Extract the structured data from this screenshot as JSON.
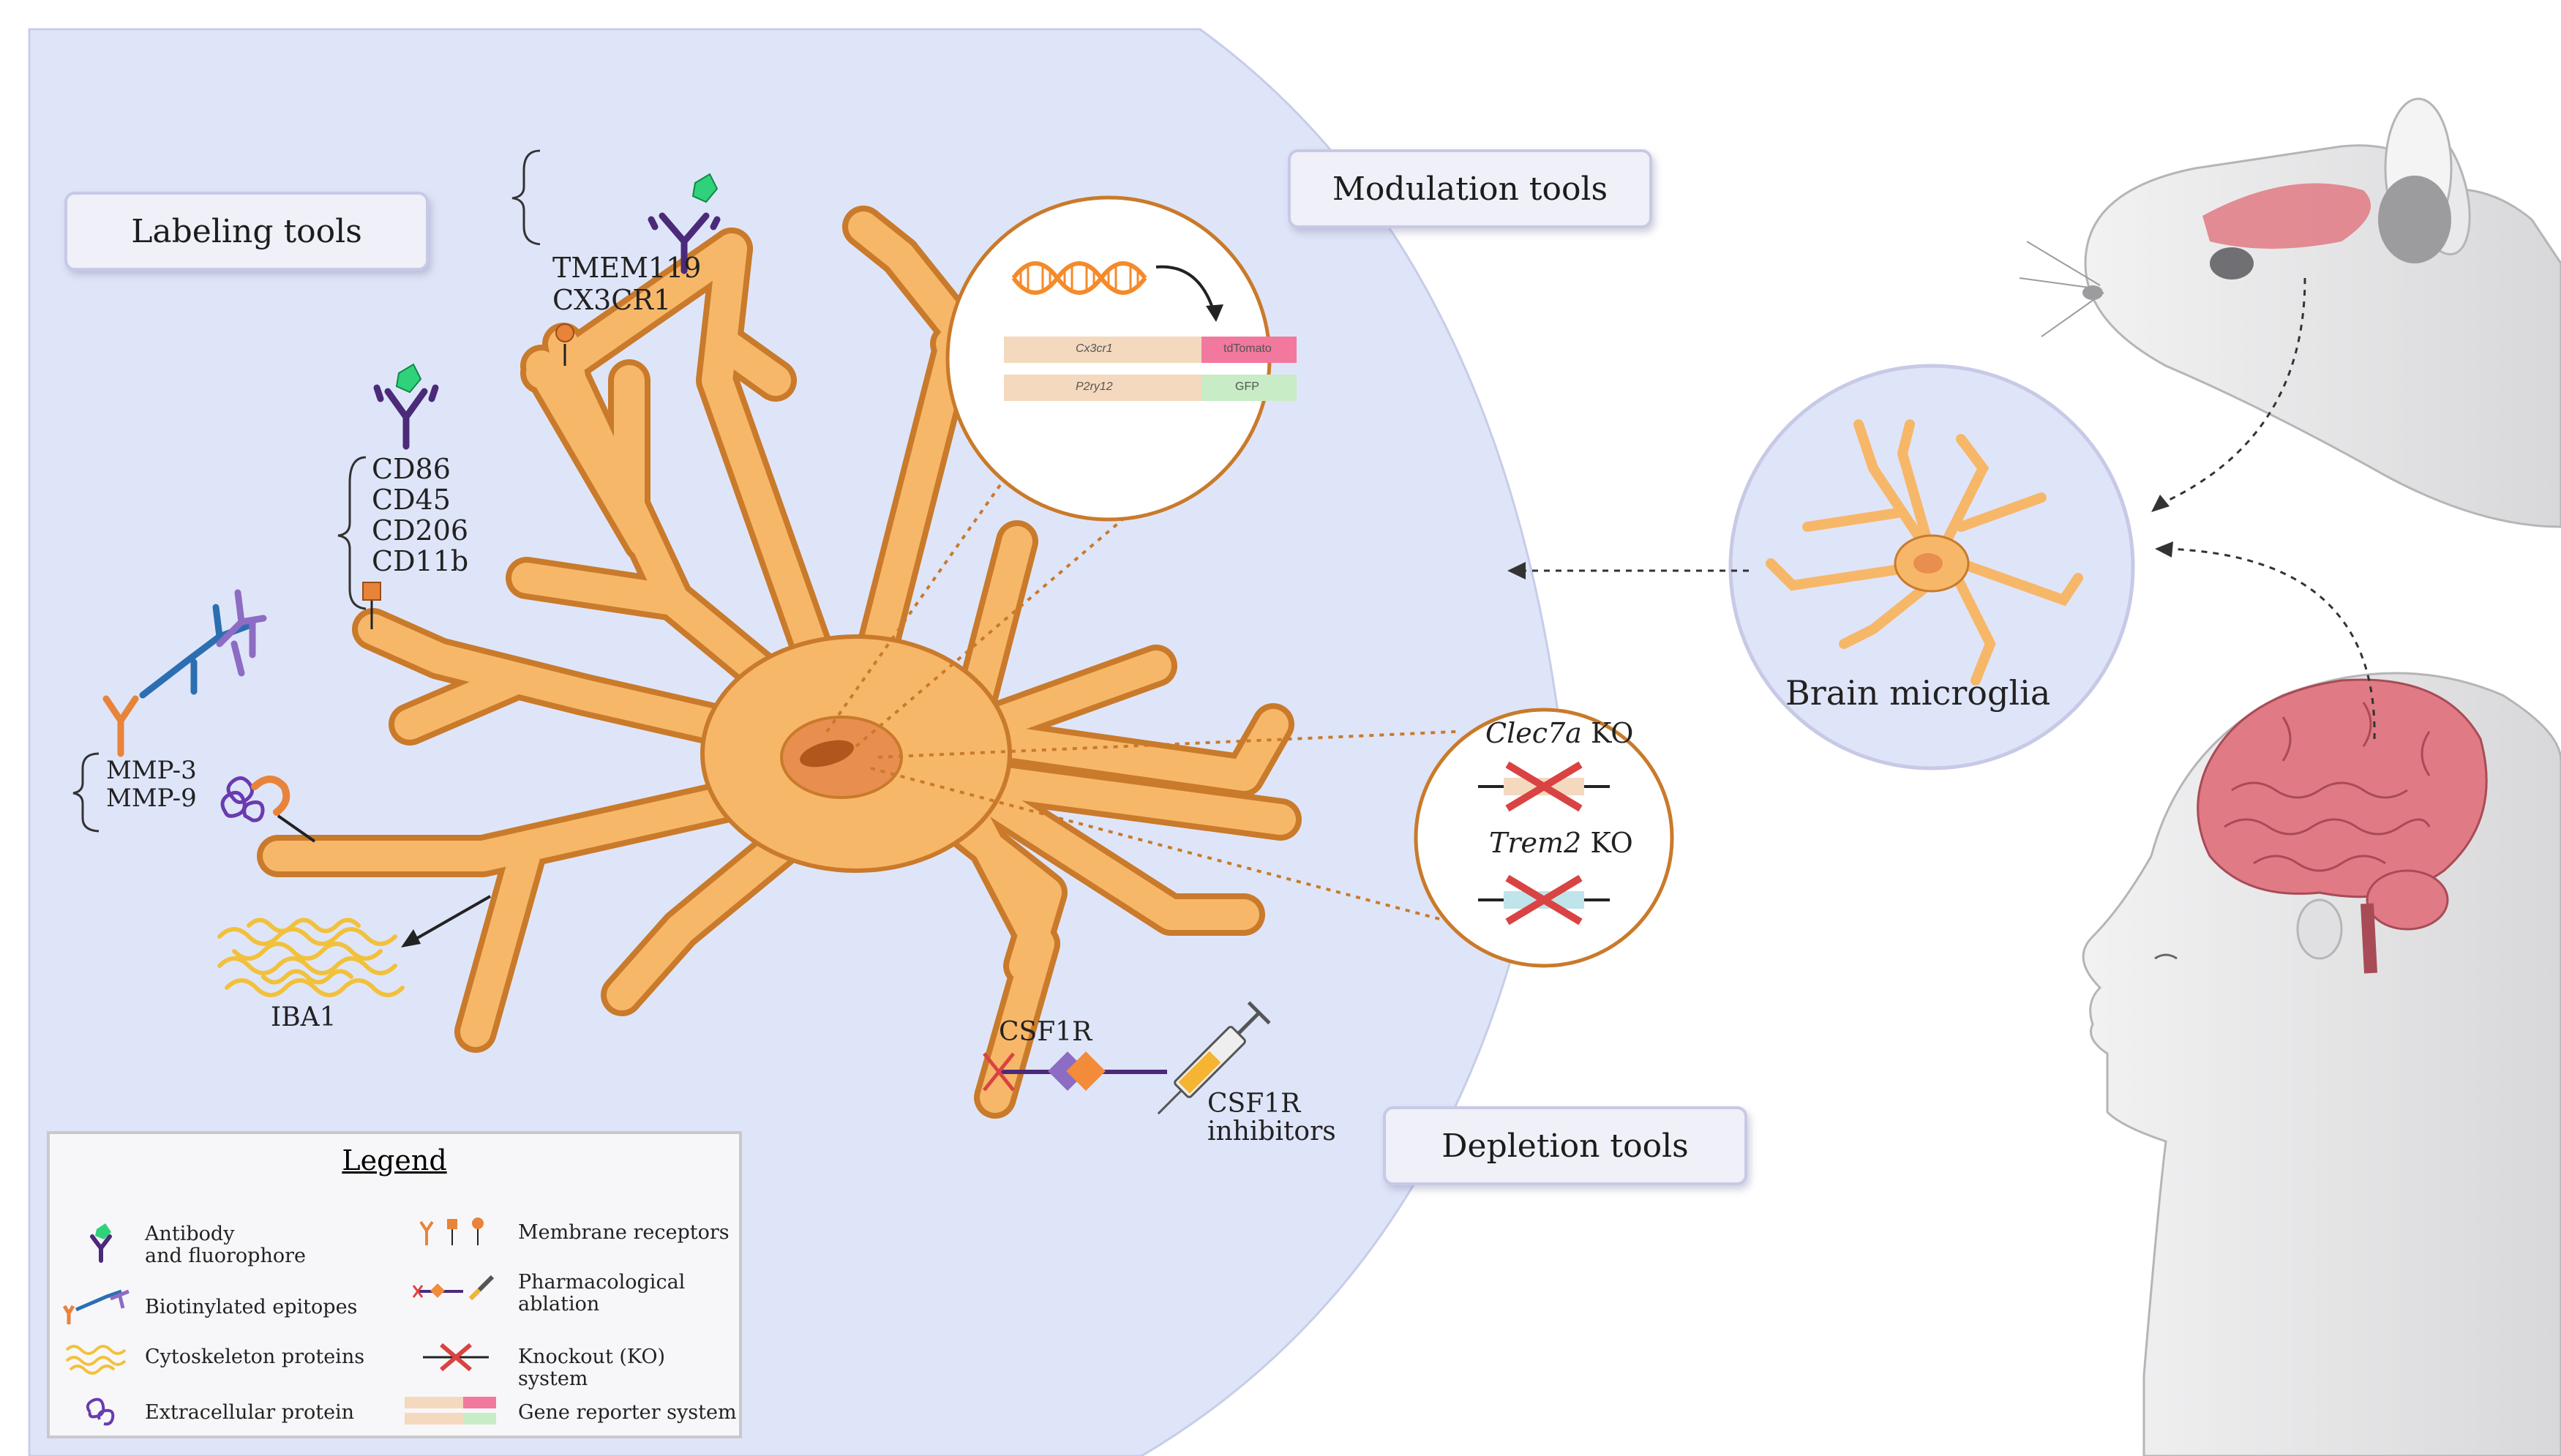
{
  "panels": {
    "labeling_tools": "Labeling tools",
    "modulation_tools": "Modulation tools",
    "depletion_tools": "Depletion tools"
  },
  "markers": {
    "group1": [
      "TMEM119",
      "CX3CR1"
    ],
    "group2": [
      "CD86",
      "CD45",
      "CD206",
      "CD11b"
    ],
    "group3": [
      "MMP-3",
      "MMP-9"
    ],
    "iba1": "IBA1"
  },
  "reporter": {
    "rows": [
      {
        "gene": "Cx3cr1",
        "reporter": "tdTomato",
        "color": "#f2789e"
      },
      {
        "gene": "P2ry12",
        "reporter": "GFP",
        "color": "#c8ecc5"
      }
    ]
  },
  "knockout": {
    "items": [
      {
        "gene": "Clec7a",
        "suffix": "KO"
      },
      {
        "gene": "Trem2",
        "suffix": "KO"
      }
    ]
  },
  "depletion": {
    "receptor": "CSF1R",
    "inhibitors": [
      "CSF1R",
      "inhibitors"
    ]
  },
  "brain_microglia": "Brain microglia",
  "legend": {
    "title": "Legend",
    "items": [
      {
        "icon": "antibody-fluorophore-icon",
        "text": [
          "Antibody",
          "and fluorophore"
        ]
      },
      {
        "icon": "biotinylated-epitope-icon",
        "text": [
          "Biotinylated epitopes"
        ]
      },
      {
        "icon": "cytoskeleton-protein-icon",
        "text": [
          "Cytoskeleton proteins"
        ]
      },
      {
        "icon": "extracellular-protein-icon",
        "text": [
          "Extracellular protein"
        ]
      },
      {
        "icon": "membrane-receptor-icon",
        "text": [
          "Membrane receptors"
        ]
      },
      {
        "icon": "pharmacological-ablation-icon",
        "text": [
          "Pharmacological",
          "ablation"
        ]
      },
      {
        "icon": "knockout-icon",
        "text": [
          "Knockout (KO) system"
        ]
      },
      {
        "icon": "gene-reporter-icon",
        "text": [
          "Gene reporter system"
        ]
      }
    ]
  },
  "colors": {
    "background_circle": "#dfe5f8",
    "microglia": "#f7b769",
    "microglia_outline": "#c97a2a",
    "nucleus": "#e88e4e",
    "antibody": "#4b2a7a",
    "fluorophore": "#2fd27a",
    "knockout_x": "#d94343",
    "brain": "#e07a84"
  }
}
